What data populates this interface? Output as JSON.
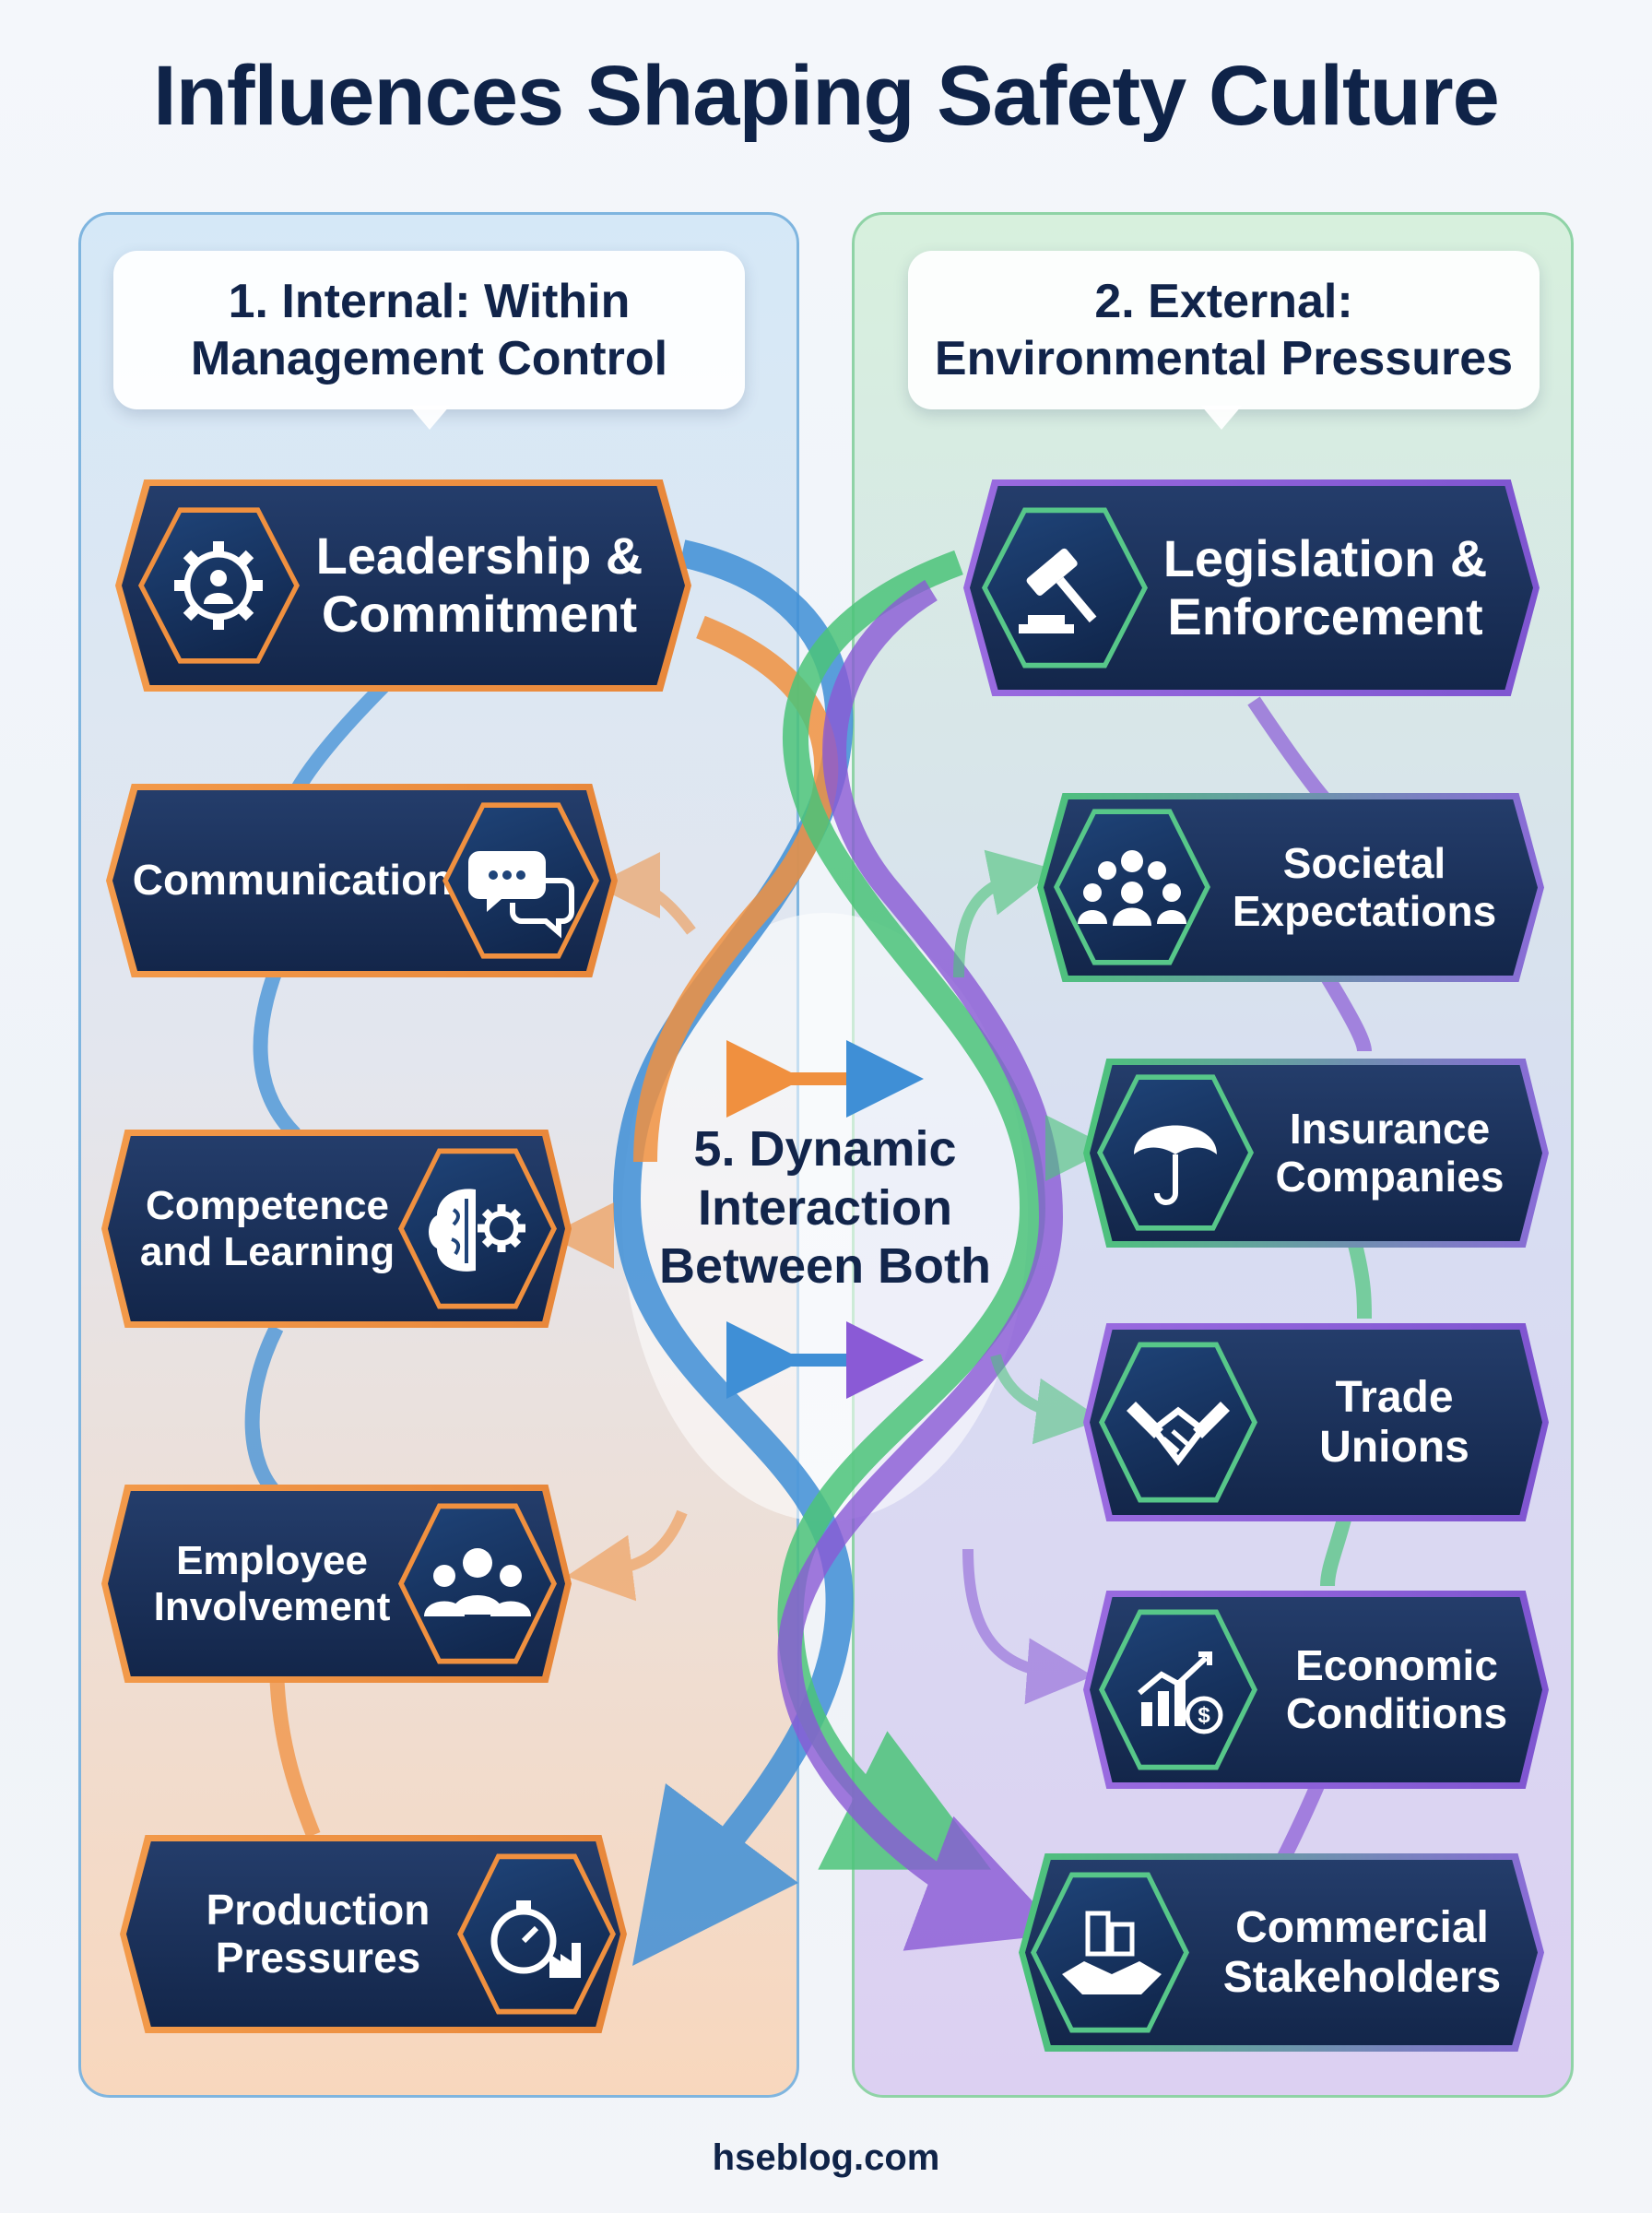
{
  "title": "Influences Shaping Safety Culture",
  "footer": "hseblog.com",
  "internal": {
    "heading": [
      "1. Internal: Within",
      "Management Control"
    ],
    "items": [
      {
        "lines": [
          "Leadership &",
          "Commitment"
        ],
        "icon": "gear-person-icon"
      },
      {
        "lines": [
          "Communication"
        ],
        "icon": "chat-bubbles-icon"
      },
      {
        "lines": [
          "Competence",
          "and Learning"
        ],
        "icon": "brain-gear-icon"
      },
      {
        "lines": [
          "Employee",
          "Involvement"
        ],
        "icon": "people-group-icon"
      },
      {
        "lines": [
          "Production",
          "Pressures"
        ],
        "icon": "stopwatch-factory-icon"
      }
    ]
  },
  "external": {
    "heading": [
      "2. External:",
      "Environmental Pressures"
    ],
    "items": [
      {
        "lines": [
          "Legislation &",
          "Enforcement"
        ],
        "icon": "gavel-icon"
      },
      {
        "lines": [
          "Societal",
          "Expectations"
        ],
        "icon": "crowd-icon"
      },
      {
        "lines": [
          "Insurance",
          "Companies"
        ],
        "icon": "umbrella-icon"
      },
      {
        "lines": [
          "Trade",
          "Unions"
        ],
        "icon": "joined-hands-icon"
      },
      {
        "lines": [
          "Economic",
          "Conditions"
        ],
        "icon": "growth-chart-dollar-icon"
      },
      {
        "lines": [
          "Commercial",
          "Stakeholders"
        ],
        "icon": "buildings-handshake-icon"
      }
    ]
  },
  "center": {
    "lines": [
      "5. Dynamic",
      "Interaction",
      "Between Both"
    ]
  },
  "colors": {
    "internal": "#f0903f",
    "external": "#8a5ad6",
    "green": "#4cc47a",
    "blue": "#3f8fd6",
    "navy": "#13264a"
  }
}
